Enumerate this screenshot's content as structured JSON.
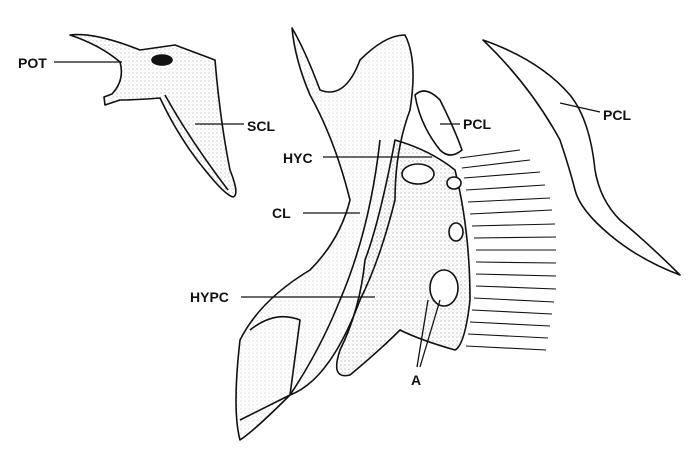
{
  "labels": {
    "pot": "POT",
    "scl": "SCL",
    "pcl_middle": "PCL",
    "hyc": "HYC",
    "cl": "CL",
    "hypc": "HYPC",
    "a": "A",
    "pcl_right": "PCL"
  },
  "colors": {
    "ink": "#111111",
    "background": "#ffffff"
  }
}
